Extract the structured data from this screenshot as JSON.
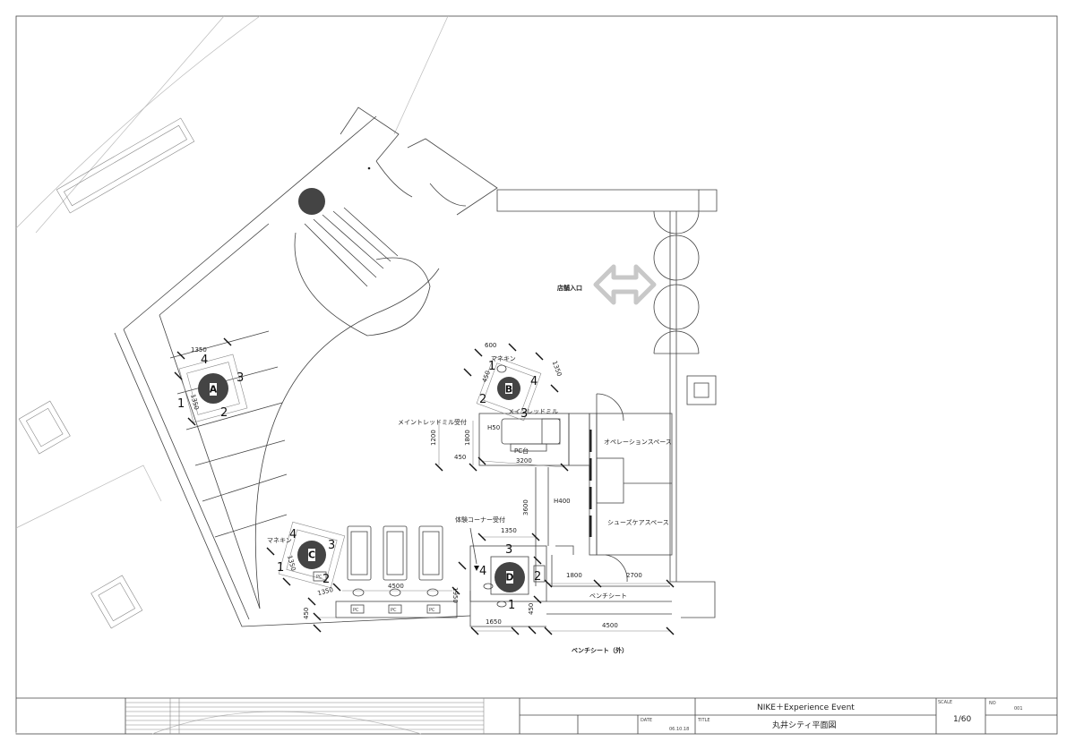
{
  "entrance_label": "店舗入口",
  "stations": {
    "A": "A",
    "B": "B",
    "C": "C",
    "D": "D"
  },
  "camera_numbers": {
    "a1": "1",
    "a2": "2",
    "a3": "3",
    "a4": "4",
    "b1": "1",
    "b2": "2",
    "b3": "3",
    "b4": "4",
    "c1": "1",
    "c2": "2",
    "c3": "3",
    "c4": "4",
    "d1": "1",
    "d2": "2",
    "d3": "3",
    "d4": "4"
  },
  "labels": {
    "mannequin_b": "マネキン",
    "mannequin_c": "マネキン",
    "treadmill_reception": "メイントレッドミル受付",
    "main_treadmill": "メインレッドミル",
    "pc_stand": "PC台",
    "operation_space": "オペレーションスペース",
    "shoes_care_space": "シューズケアスペース",
    "experience_reception": "体験コーナー受付",
    "bench_seat": "ベンチシート",
    "bench_seat_outside": "ベンチシート（外）",
    "pc1": "PC",
    "pc2": "PC",
    "pc3": "PC",
    "pc_c": "PC",
    "h50": "H50",
    "h400": "H400"
  },
  "dimensions": {
    "a_top": "1350",
    "a_side": "1350",
    "b_600": "600",
    "b_450": "450",
    "b_1350": "1350",
    "b_1200": "1200",
    "b_1800": "1800",
    "b_450b": "450",
    "b_3200": "3200",
    "c_1350": "1350",
    "c_1350b": "1350",
    "c_4500": "4500",
    "c_450": "450",
    "d_3600": "3600",
    "d_1350": "1350",
    "d_1950": "1950",
    "d_1800": "1800",
    "d_2700": "2700",
    "d_1650": "1650",
    "d_450": "450",
    "d_4500": "4500"
  },
  "title_block": {
    "event": "NIKE＋Experience Event",
    "title_label": "TITLE",
    "title": "丸井シティ平面図",
    "date_label": "DATE",
    "date": "06.10.18",
    "scale_label": "SCALE",
    "scale": "1/60",
    "no_label": "NO",
    "no": "001"
  }
}
